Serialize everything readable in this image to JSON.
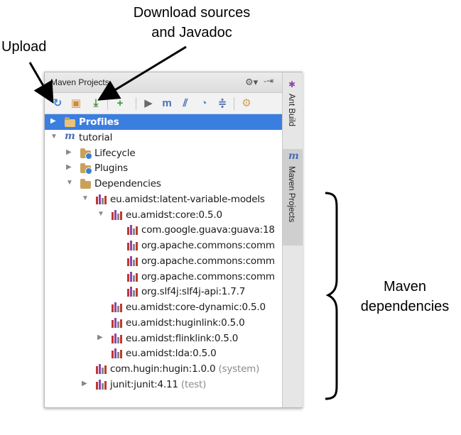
{
  "annotations": {
    "upload": "Upload",
    "download_line1": "Download sources",
    "download_line2": "and Javadoc",
    "maven_line1": "Maven",
    "maven_line2": "dependencies"
  },
  "panel": {
    "title": "Maven Projects",
    "gear_icon": "⚙▾",
    "hide_icon": "-⇥"
  },
  "toolbar": [
    {
      "name": "reimport-button",
      "icon": "refresh-icon",
      "glyph": "↻",
      "color": "#3b7fd4"
    },
    {
      "name": "generate-sources-button",
      "icon": "folder-refresh-icon",
      "glyph": "▣",
      "color": "#d08b3a"
    },
    {
      "name": "download-sources-button",
      "icon": "download-icon",
      "glyph": "⤓",
      "color": "#4a8a3a"
    },
    {
      "name": "add-project-button",
      "icon": "plus-icon",
      "glyph": "+",
      "color": "#3a9a3a"
    },
    {
      "name": "run-button",
      "icon": "run-icon",
      "glyph": "▶",
      "color": "#6a6a6a"
    },
    {
      "name": "execute-goal-button",
      "icon": "maven-goal-icon",
      "glyph": "m",
      "color": "#4a6fb3"
    },
    {
      "name": "skip-tests-button",
      "icon": "skip-tests-icon",
      "glyph": "⫽",
      "color": "#4a6fb3"
    },
    {
      "name": "offline-button",
      "icon": "offline-icon",
      "glyph": "◔",
      "color": "#3b7fd4"
    },
    {
      "name": "collapse-all-button",
      "icon": "collapse-icon",
      "glyph": "≑",
      "color": "#4a6fb3"
    },
    {
      "name": "settings-button",
      "icon": "maven-settings-icon",
      "glyph": "⚙",
      "color": "#c9a25a"
    }
  ],
  "tree": [
    {
      "label": "Profiles",
      "arrow": "▶",
      "icon": "folder",
      "selected": true
    },
    {
      "label": "tutorial",
      "arrow": "▼",
      "icon": "maven"
    },
    {
      "label": "Lifecycle",
      "arrow": "▶",
      "icon": "folder-gear"
    },
    {
      "label": "Plugins",
      "arrow": "▶",
      "icon": "folder-gear"
    },
    {
      "label": "Dependencies",
      "arrow": "▼",
      "icon": "folder"
    },
    {
      "label": "eu.amidst:latent-variable-models",
      "arrow": "▼",
      "icon": "lib"
    },
    {
      "label": "eu.amidst:core:0.5.0",
      "arrow": "▼",
      "icon": "lib"
    },
    {
      "label": "com.google.guava:guava:18",
      "arrow": "",
      "icon": "lib"
    },
    {
      "label": "org.apache.commons:comm",
      "arrow": "",
      "icon": "lib"
    },
    {
      "label": "org.apache.commons:comm",
      "arrow": "",
      "icon": "lib"
    },
    {
      "label": "org.apache.commons:comm",
      "arrow": "",
      "icon": "lib"
    },
    {
      "label": "org.slf4j:slf4j-api:1.7.7",
      "arrow": "",
      "icon": "lib"
    },
    {
      "label": "eu.amidst:core-dynamic:0.5.0",
      "arrow": "",
      "icon": "lib"
    },
    {
      "label": "eu.amidst:huginlink:0.5.0",
      "arrow": "",
      "icon": "lib"
    },
    {
      "label": "eu.amidst:flinklink:0.5.0",
      "arrow": "▶",
      "icon": "lib"
    },
    {
      "label": "eu.amidst:lda:0.5.0",
      "arrow": "",
      "icon": "lib"
    },
    {
      "label": "com.hugin:hugin:1.0.0",
      "suffix": " (system)",
      "arrow": "",
      "icon": "lib"
    },
    {
      "label": "junit:junit:4.11",
      "suffix": " (test)",
      "arrow": "▶",
      "icon": "lib"
    }
  ],
  "side_tabs": {
    "ant_build": "Ant Build",
    "maven_projects": "Maven Projects",
    "maven_icon": "m"
  },
  "colors": {
    "selection": "#3a7ee0",
    "lib_bars": [
      "#c0392b",
      "#8e44ad",
      "#7f8c8d",
      "#c0392b"
    ]
  }
}
